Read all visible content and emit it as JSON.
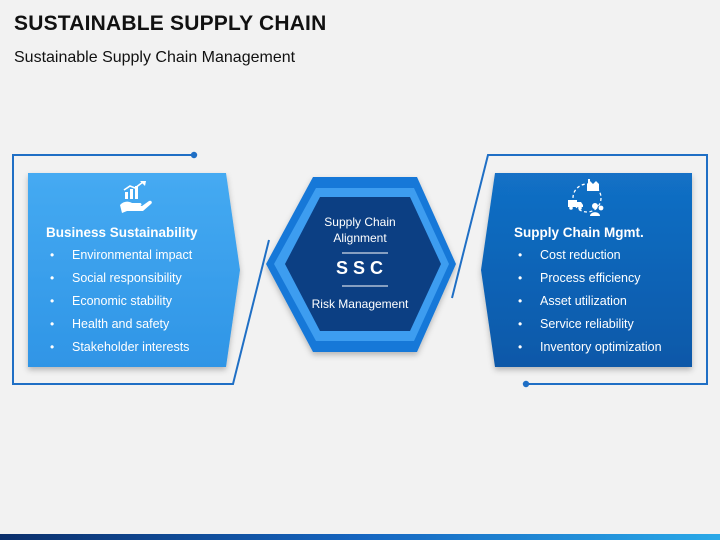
{
  "header": {
    "title": "SUSTAINABLE SUPPLY CHAIN",
    "subtitle": "Sustainable Supply Chain Management"
  },
  "left_panel": {
    "title": "Business Sustainability",
    "icon": "growth-hand-icon",
    "items": [
      "Environmental impact",
      "Social responsibility",
      "Economic stability",
      "Health and safety",
      "Stakeholder interests"
    ]
  },
  "center": {
    "top_label": "Supply Chain Alignment",
    "code": "SSC",
    "bottom_label": "Risk Management"
  },
  "right_panel": {
    "title": "Supply Chain Mgmt.",
    "icon": "supply-chain-icon",
    "items": [
      "Cost reduction",
      "Process efficiency",
      "Asset utilization",
      "Service reliability",
      "Inventory optimization"
    ]
  },
  "colors": {
    "left_panel": "#3aa2f0",
    "right_panel": "#0d62b8",
    "hex_outer": "#2e8ce0",
    "hex_inner": "#0c3f83",
    "connector": "#1f6fc5"
  }
}
